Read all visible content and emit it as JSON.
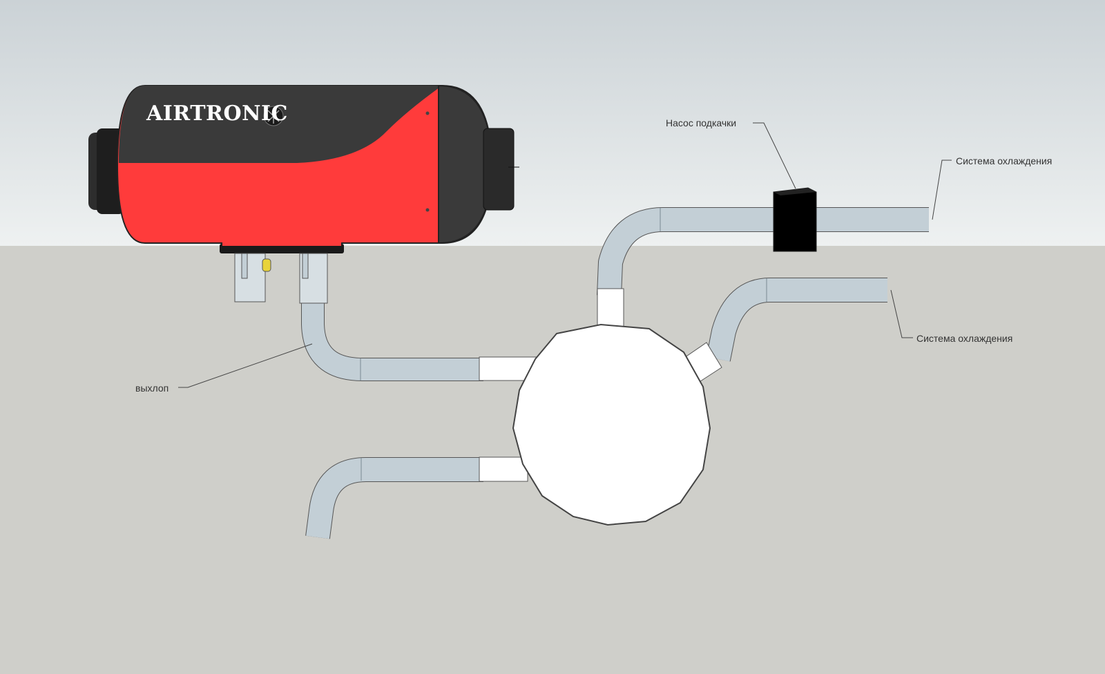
{
  "diagram": {
    "brand": "AIRTRONIC",
    "labels": {
      "pump": "Насос подкачки",
      "cooling_top": "Система охлаждения",
      "cooling_bottom": "Система охлаждения",
      "exhaust": "выхлоп"
    }
  },
  "colors": {
    "sky_top": "#cfd6da",
    "sky_bottom": "#eef1f1",
    "ground": "#cfcfca",
    "heater_red": "#ff3b3b",
    "heater_dark": "#3a3a3a",
    "pipe": "#c3cfd6",
    "pump": "#000000",
    "tank": "#ffffff"
  }
}
